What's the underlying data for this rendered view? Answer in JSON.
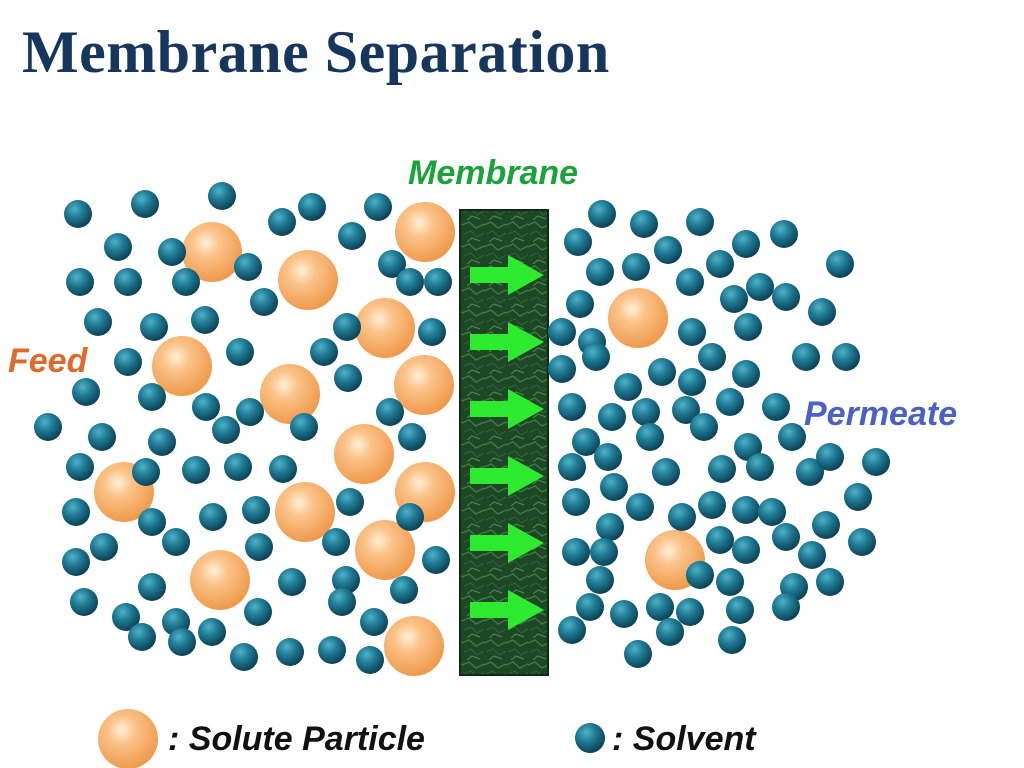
{
  "title": "Membrane Separation",
  "labels": {
    "membrane": "Membrane",
    "feed": "Feed",
    "permeate": "Permeate"
  },
  "legend": {
    "solute": ": Solute Particle",
    "solvent": ": Solvent"
  },
  "colors": {
    "title": "#16365e",
    "membrane_label": "#1aa33a",
    "feed_label": "#e06a2a",
    "permeate_label": "#4a62c4",
    "solute": "#f7b06a",
    "solvent": "#1f7a94",
    "arrow": "#2eea2e",
    "membrane_fill": "#1e4a26"
  },
  "icons": {
    "solute": "orange-sphere",
    "solvent": "teal-sphere",
    "flow": "right-arrow"
  },
  "arrow_count": 6
}
